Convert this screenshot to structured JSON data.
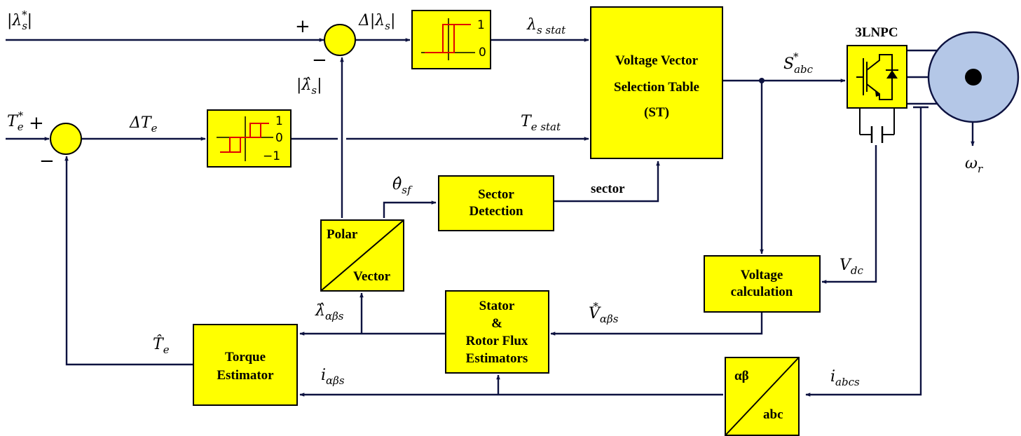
{
  "blocks": {
    "vvst": [
      "Voltage Vector",
      "Selection Table",
      "(ST)"
    ],
    "sector_detection": [
      "Sector",
      "Detection"
    ],
    "polar": "Polar",
    "vector": "Vector",
    "voltage_calc": [
      "Voltage",
      "calculation"
    ],
    "flux_est": [
      "Stator",
      "&",
      "Rotor Flux",
      "Estimators"
    ],
    "torque_est": [
      "Torque",
      "Estimator"
    ],
    "ab": "αβ",
    "abc": "abc",
    "inverter": "3LNPC"
  },
  "signals": {
    "flux_ref": "|λ",
    "flux_ref_sub": "s",
    "flux_ref_sup": "*",
    "flux_ref_close": "|",
    "delta_flux": "Δ|λ",
    "delta_flux_sub": "s",
    "delta_flux_close": "|",
    "flux_est_mag": "|λ̂",
    "flux_est_mag_sub": "s",
    "flux_est_mag_close": "|",
    "flux_stat": "λ",
    "flux_stat_sub": "s stat",
    "torque_ref": "T",
    "torque_ref_sub": "e",
    "torque_ref_sup": "*",
    "delta_torque": "ΔT",
    "delta_torque_sub": "e",
    "torque_stat": "T",
    "torque_stat_sub": "e stat",
    "switching_ref": "S",
    "switching_ref_sub": "abc",
    "switching_ref_sup": "*",
    "speed": "ω",
    "speed_sub": "r",
    "theta": "θ̂",
    "theta_sub": "sf",
    "sector": "sector",
    "vdc": "V",
    "vdc_sub": "dc",
    "vab_ref": "V",
    "vab_ref_sub": "αβs",
    "vab_ref_sup": "*",
    "flux_ab": "λ̂",
    "flux_ab_sub": "αβs",
    "torque_est_sig": "T̂",
    "torque_est_sig_sub": "e",
    "current_ab": "i",
    "current_ab_sub": "αβs",
    "current_abc": "i",
    "current_abc_sub": "abcs"
  },
  "signs": {
    "flux_plus": "+",
    "flux_minus": "−",
    "torque_plus": "+",
    "torque_minus": "−"
  },
  "hysteresis": {
    "flux_levels": [
      "1",
      "0"
    ],
    "torque_levels": [
      "1",
      "0",
      "−1"
    ]
  },
  "colors": {
    "block_fill": "#ffff00",
    "motor_fill": "#b4c7e7",
    "wire": "#0d1240",
    "hysteresis": "#e00000"
  }
}
